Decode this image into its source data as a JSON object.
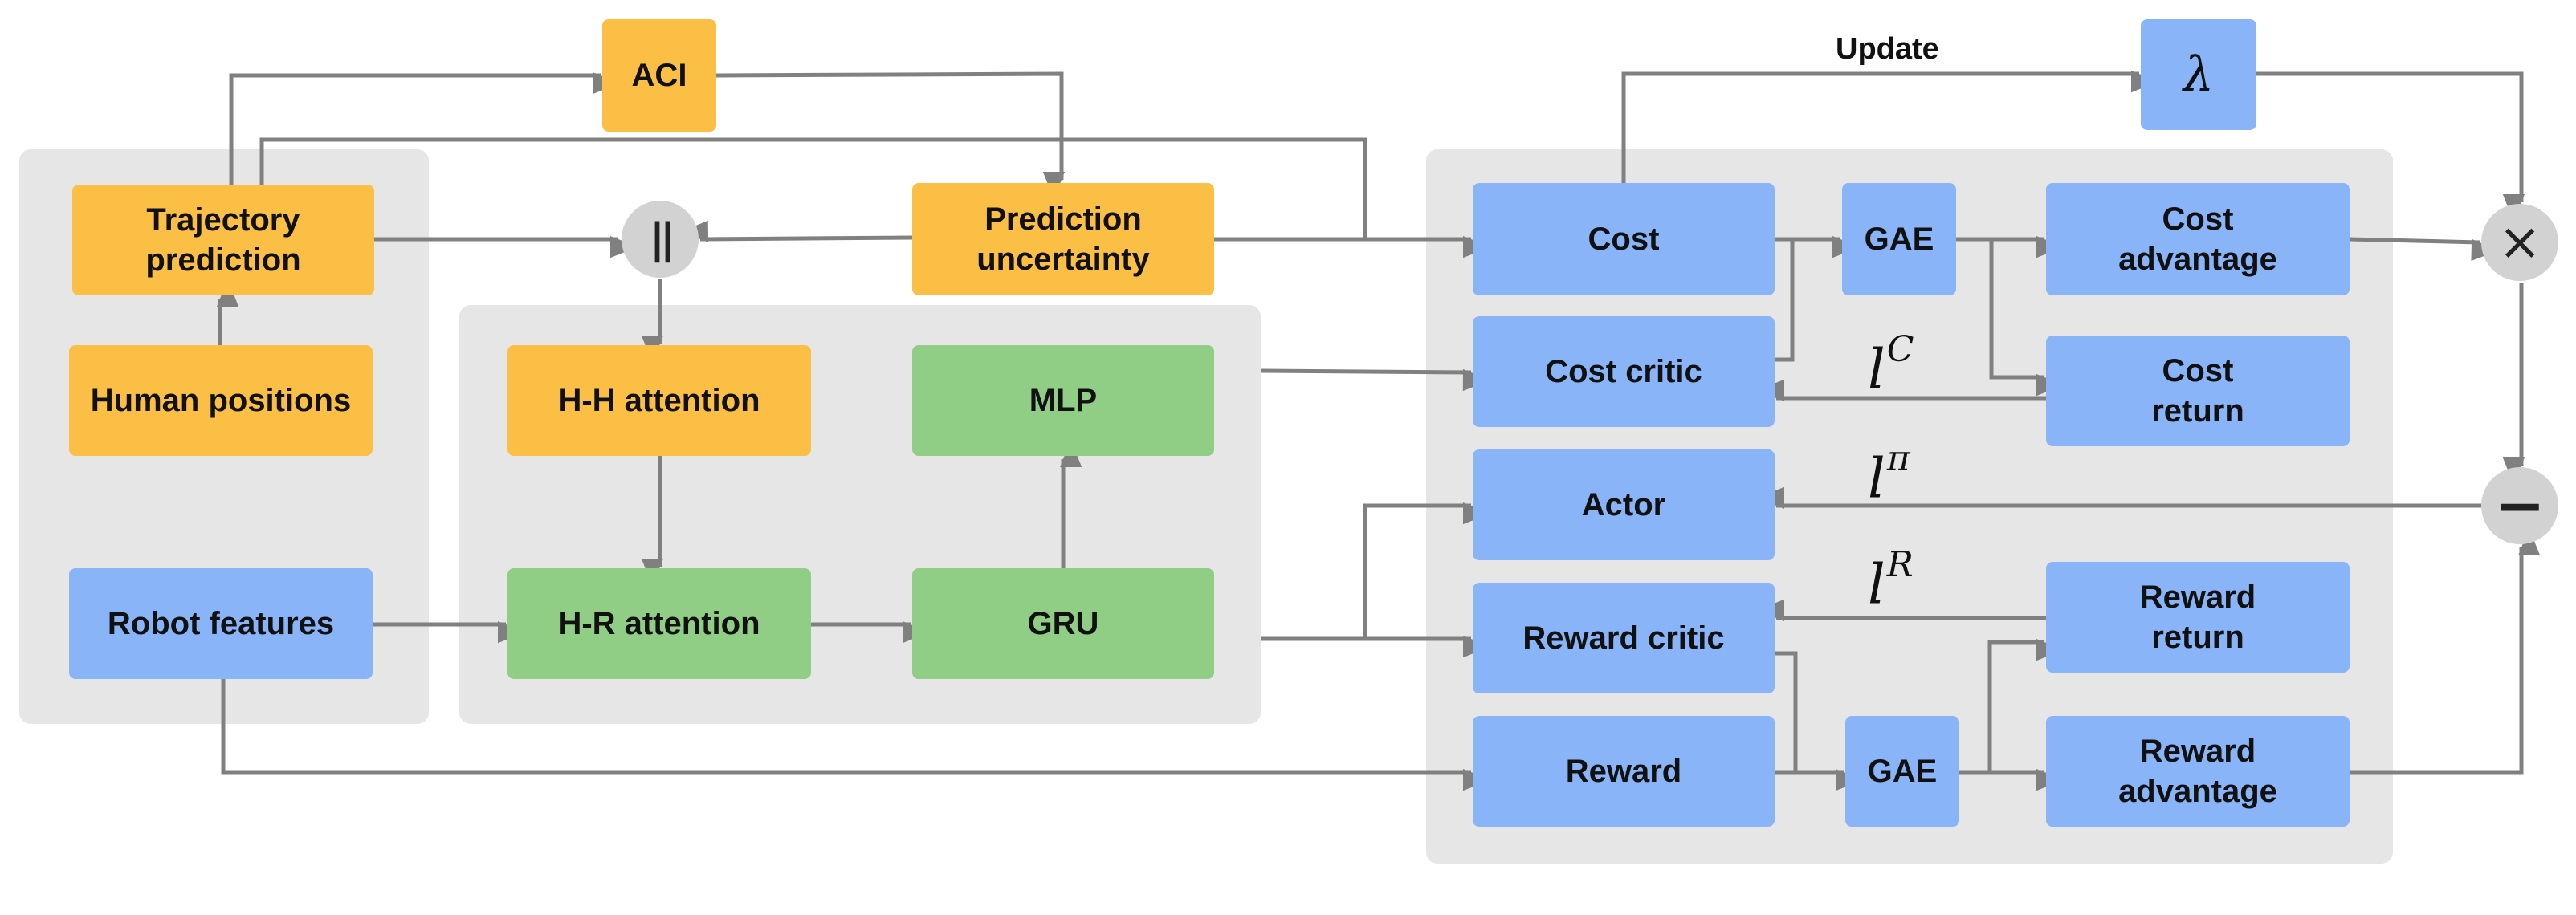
{
  "nodes": {
    "aci": "ACI",
    "trajectory_prediction": "Trajectory\nprediction",
    "human_positions": "Human positions",
    "robot_features": "Robot features",
    "concat_symbol": "||",
    "prediction_uncertainty": "Prediction\nuncertainty",
    "hh_attention": "H-H attention",
    "hr_attention": "H-R attention",
    "mlp": "MLP",
    "gru": "GRU",
    "lambda": "λ",
    "cost": "Cost",
    "gae_top": "GAE",
    "cost_advantage": "Cost\nadvantage",
    "cost_critic": "Cost critic",
    "cost_return": "Cost\nreturn",
    "actor": "Actor",
    "reward_critic": "Reward critic",
    "reward_return": "Reward\nreturn",
    "reward": "Reward",
    "gae_bottom": "GAE",
    "reward_advantage": "Reward\nadvantage",
    "multiply_symbol": "×",
    "minus_symbol": "−"
  },
  "labels": {
    "update": "Update",
    "l_base": "l",
    "l_c_sup": "C",
    "l_pi_sup": "π",
    "l_r_sup": "R"
  },
  "colors": {
    "orange": "#fbbf45",
    "blue": "#89b4f8",
    "green": "#90cd85",
    "panel": "#e6e6e6",
    "operator": "#d2d2d2",
    "arrow": "#808080"
  }
}
